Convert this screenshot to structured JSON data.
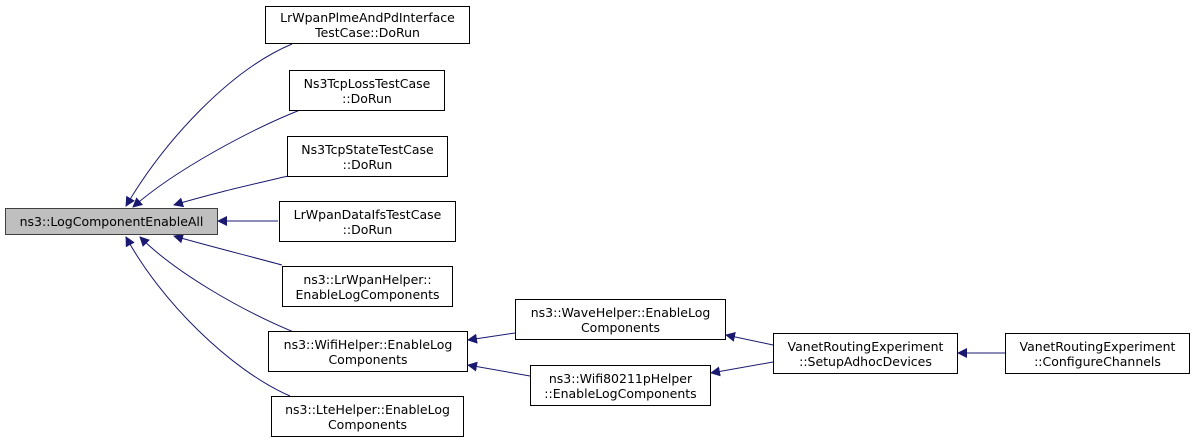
{
  "colors": {
    "edge": "#191970",
    "root_fill": "#bfbfbf",
    "node_border": "#000000"
  },
  "nodes": {
    "root": {
      "lines": [
        "ns3::LogComponentEnableAll"
      ]
    },
    "plme": {
      "lines": [
        "LrWpanPlmeAndPdInterface",
        "TestCase::DoRun"
      ]
    },
    "tcploss": {
      "lines": [
        "Ns3TcpLossTestCase",
        "::DoRun"
      ]
    },
    "tcpstate": {
      "lines": [
        "Ns3TcpStateTestCase",
        "::DoRun"
      ]
    },
    "datalfs": {
      "lines": [
        "LrWpanDataIfsTestCase",
        "::DoRun"
      ]
    },
    "lrwpanhelper": {
      "lines": [
        "ns3::LrWpanHelper::",
        "EnableLogComponents"
      ]
    },
    "wifihelper": {
      "lines": [
        "ns3::WifiHelper::EnableLog",
        "Components"
      ]
    },
    "ltehelper": {
      "lines": [
        "ns3::LteHelper::EnableLog",
        "Components"
      ]
    },
    "wavehelper": {
      "lines": [
        "ns3::WaveHelper::EnableLog",
        "Components"
      ]
    },
    "wifi80211p": {
      "lines": [
        "ns3::Wifi80211pHelper",
        "::EnableLogComponents"
      ]
    },
    "setupadhoc": {
      "lines": [
        "VanetRoutingExperiment",
        "::SetupAdhocDevices"
      ]
    },
    "configchannels": {
      "lines": [
        "VanetRoutingExperiment",
        "::ConfigureChannels"
      ]
    }
  }
}
